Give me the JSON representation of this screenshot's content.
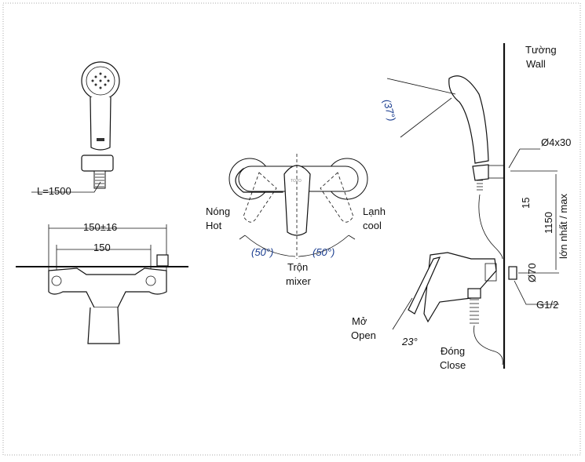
{
  "left_view": {
    "hose_length": "L=1500",
    "width_range": "150±16",
    "width": "150"
  },
  "front_view": {
    "hot_vi": "Nóng",
    "hot_en": "Hot",
    "cold_vi": "Lạnh",
    "cold_en": "cool",
    "angle_left": "(50°)",
    "angle_right": "(50°)",
    "mixer_vi": "Trộn",
    "mixer_en": "mixer",
    "brand_mark": "TOTO"
  },
  "side_view": {
    "head_angle": "(37°)",
    "wall_vi": "Tường",
    "wall_en": "Wall",
    "screw": "Ø4x30",
    "offset": "15",
    "height": "1150",
    "height_note": "lớn nhất / max",
    "flange": "Ø70",
    "thread": "G1/2",
    "open_vi": "Mở",
    "open_en": "Open",
    "lever_angle": "23°",
    "close_vi": "Đóng",
    "close_en": "Close"
  },
  "colors": {
    "line": "#111111",
    "angle_text": "#1a3d8f"
  }
}
